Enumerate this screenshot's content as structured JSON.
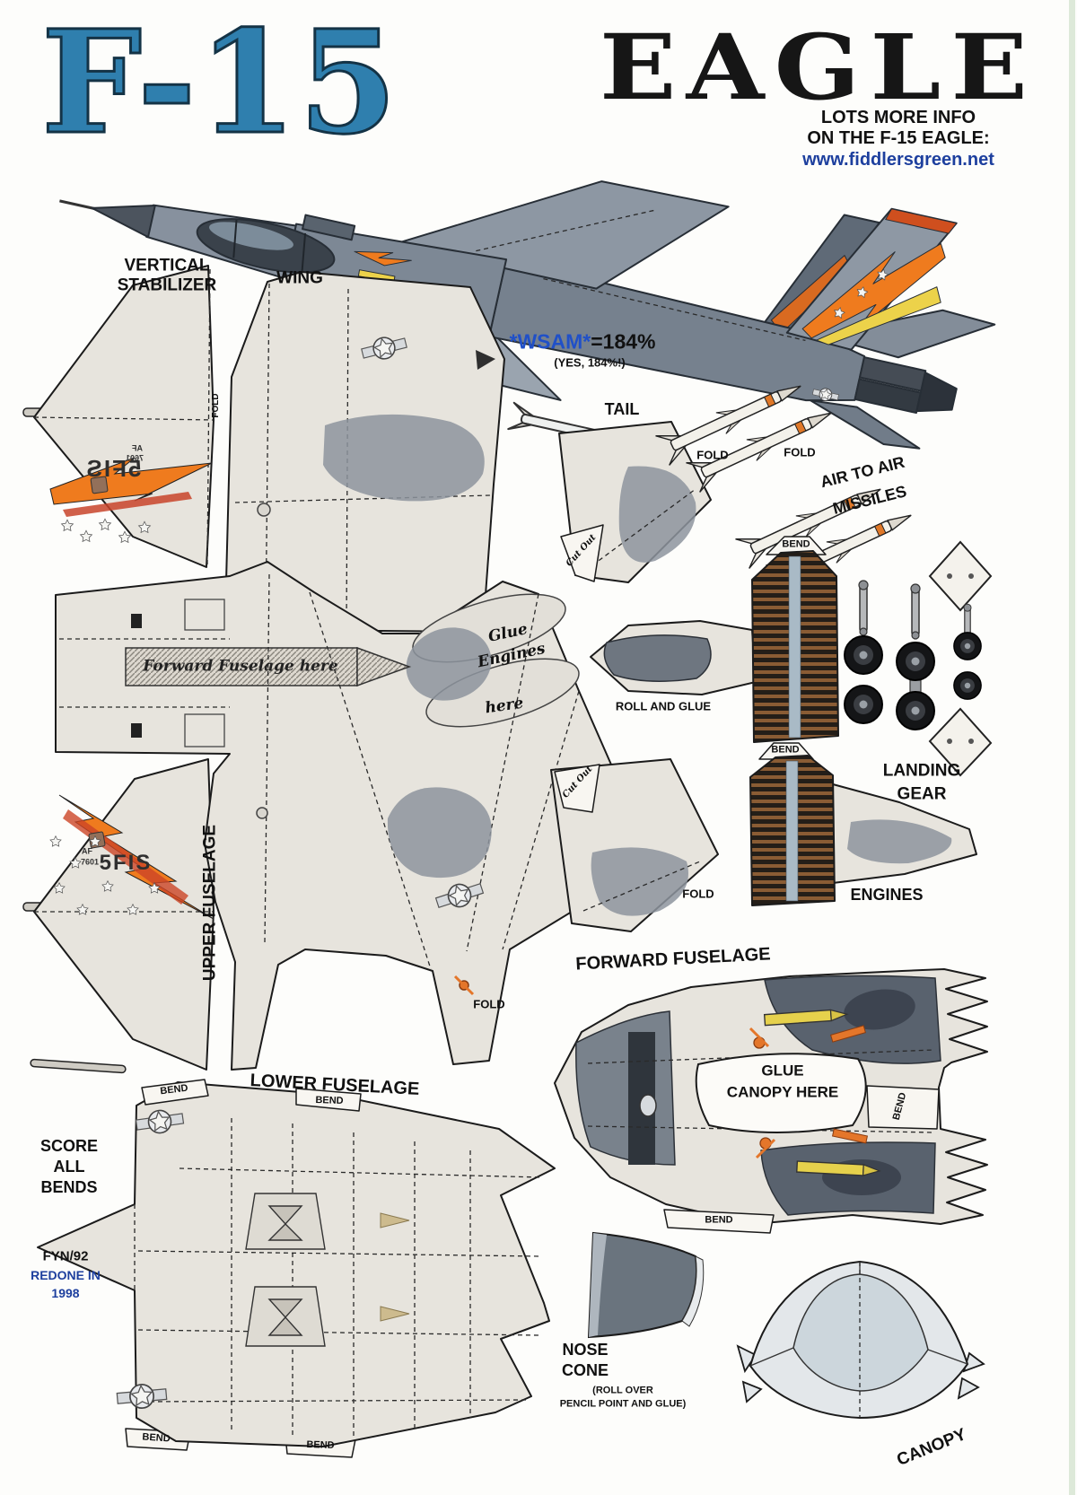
{
  "header": {
    "title": "F-15",
    "title2": "EAGLE",
    "info1": "LOTS MORE INFO",
    "info2": "ON THE F-15 EAGLE:",
    "url": "www.fiddlersgreen.net"
  },
  "scale": {
    "wsam_label": "*WSAM*",
    "wsam_value": "=184%",
    "note": "(YES, 184%!)"
  },
  "parts": {
    "vertical_stabilizer1": "VERTICAL",
    "vertical_stabilizer2": "STABILIZER",
    "wing": "WING",
    "tail": "TAIL",
    "missiles1": "AIR TO AIR",
    "missiles2": "MISSILES",
    "landing1": "LANDING",
    "landing2": "GEAR",
    "engines": "ENGINES",
    "upper_fuselage": "UPPER FUSELAGE",
    "forward_fuselage": "FORWARD FUSELAGE",
    "lower_fuselage": "LOWER FUSELAGE",
    "nose1": "NOSE",
    "nose2": "CONE",
    "nose_note1": "(ROLL OVER",
    "nose_note2": "PENCIL POINT AND GLUE)",
    "canopy": "CANOPY"
  },
  "instructions": {
    "glue_fuselage": "Forward Fuselage here",
    "glue_engines1": "Glue",
    "glue_engines2": "Engines",
    "glue_engines3": "here",
    "roll_and_glue": "ROLL  AND GLUE",
    "glue_canopy1": "GLUE",
    "glue_canopy2": "CANOPY HERE",
    "score1": "SCORE",
    "score2": "ALL",
    "score3": "BENDS",
    "fold": "FOLD",
    "bend": "BEND",
    "cut_out": "Cut Out"
  },
  "credits": {
    "fyn": "FYN/92",
    "redone1": "REDONE IN",
    "redone2": "1998"
  },
  "markings": {
    "squadron": "5FIS",
    "af": "AF",
    "serial": "7601"
  },
  "colors": {
    "accent_orange": "#ee7a1e",
    "accent_yellow": "#ecd24a",
    "accent_red": "#cf4f1e",
    "title_blue": "#2f7fae",
    "link_blue": "#1d3f9e"
  }
}
